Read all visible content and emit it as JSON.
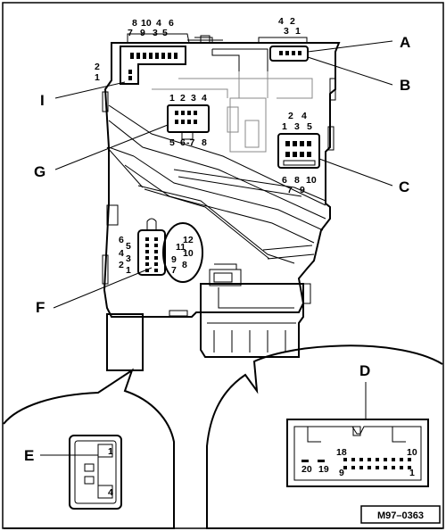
{
  "callouts": {
    "A": "A",
    "B": "B",
    "C": "C",
    "D": "D",
    "E": "E",
    "F": "F",
    "G": "G",
    "I": "I"
  },
  "pins": {
    "i_top": [
      "8",
      "10",
      "4",
      "6",
      "7",
      "9",
      "3",
      "5"
    ],
    "i_side": [
      "2",
      "1"
    ],
    "a_top": [
      "4",
      "2",
      "3",
      "1"
    ],
    "g": [
      "1",
      "2",
      "3",
      "4",
      "5",
      "6",
      "-7",
      "8"
    ],
    "c": [
      "2",
      "4",
      "1",
      "3",
      "5",
      "6",
      "8",
      "10",
      "7",
      "9"
    ],
    "f_left": [
      "6",
      "5",
      "4",
      "3",
      "2",
      "1"
    ],
    "f_right": [
      "12",
      "11",
      "10",
      "9",
      "8",
      "7"
    ],
    "e": [
      "1",
      "4"
    ],
    "d": [
      "18",
      "10",
      "20",
      "19",
      "9",
      "1"
    ]
  },
  "reference": "M97–0363"
}
